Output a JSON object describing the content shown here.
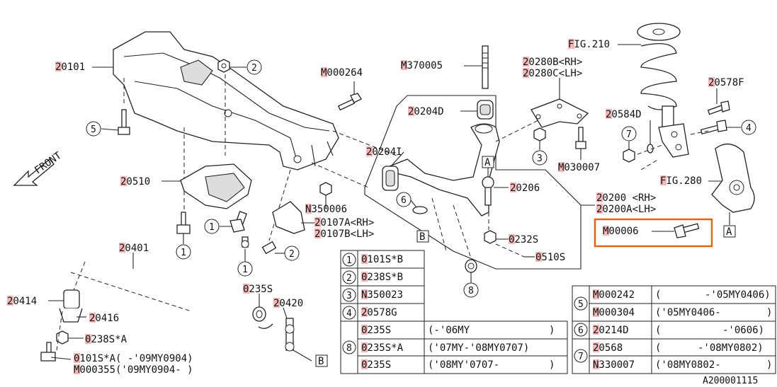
{
  "parts": {
    "crossmember": "20101",
    "crossmember_bolt": "M000264",
    "stud": "M370005",
    "bushing_d": "20204D",
    "bushing_i": "20204I",
    "bracket_rh": "20280B<RH>",
    "bracket_lh": "20280C<LH>",
    "bolt_030007": "M030007",
    "strut_fig": "FIG.210",
    "bolt_20578f": "20578F",
    "washer_20584d": "20584D",
    "knuckle_fig": "FIG.280",
    "ball_joint": "20206",
    "arm_rh": "20200 <RH>",
    "arm_lh": "20200A<LH>",
    "highlight_bolt": "M00006",
    "nut_0232s": "0232S",
    "pin_0510s": "0510S",
    "plate_20510": "20510",
    "nut_n350006": "N350006",
    "bracket_20107a": "20107A<RH>",
    "bracket_20107b": "20107B<LH>",
    "stabilizer": "20401",
    "bush_20414": "20414",
    "clamp_20416": "20416",
    "nut_0238sa": "0238S*A",
    "bolt_0101sa": "0101S*A( -'09MY0904)",
    "bolt_m000355": "M000355('09MY0904- )",
    "nut_0235s": "0235S",
    "link_20420": "20420",
    "front_label": "FRONT",
    "ref_a": "A",
    "ref_b": "B",
    "diagram_code": "A200001115"
  },
  "callouts": {
    "c1": "1",
    "c2": "2",
    "c3": "3",
    "c4": "4",
    "c5": "5",
    "c6": "6",
    "c7": "7",
    "c8": "8"
  },
  "table_left": [
    {
      "num": "1",
      "part": "0101S*B"
    },
    {
      "num": "2",
      "part": "0238S*B"
    },
    {
      "num": "3",
      "part": "N350023"
    },
    {
      "num": "4",
      "part": "20578G"
    }
  ],
  "table_left_8": {
    "num": "8",
    "rows": [
      {
        "part": "0235S",
        "range_start": "(-'06MY",
        "range_end": ")"
      },
      {
        "part": "0235S*A",
        "range_start": "('07MY-'08MY0707)",
        "range_end": ""
      },
      {
        "part": "0235S",
        "range_start": "('08MY'0707-",
        "range_end": ")"
      }
    ]
  },
  "table_right": [
    {
      "num": "5",
      "rows": [
        {
          "part": "M000242",
          "range_start": "(",
          "range_end": "-'05MY0406)"
        },
        {
          "part": "M000304",
          "range_start": "('05MY0406-",
          "range_end": ")"
        }
      ]
    },
    {
      "num": "6",
      "rows": [
        {
          "part": "20214D",
          "range_start": "(",
          "range_end": "-'0606)"
        }
      ]
    },
    {
      "num": "7",
      "rows": [
        {
          "part": "20568",
          "range_start": "(",
          "range_end": "-'08MY0802)"
        },
        {
          "part": "N330007",
          "range_start": "('08MY0802-",
          "range_end": ")"
        }
      ]
    }
  ],
  "colors": {
    "highlight": "#e2621b",
    "marker": "#f2b8b8",
    "line": "#222222"
  }
}
